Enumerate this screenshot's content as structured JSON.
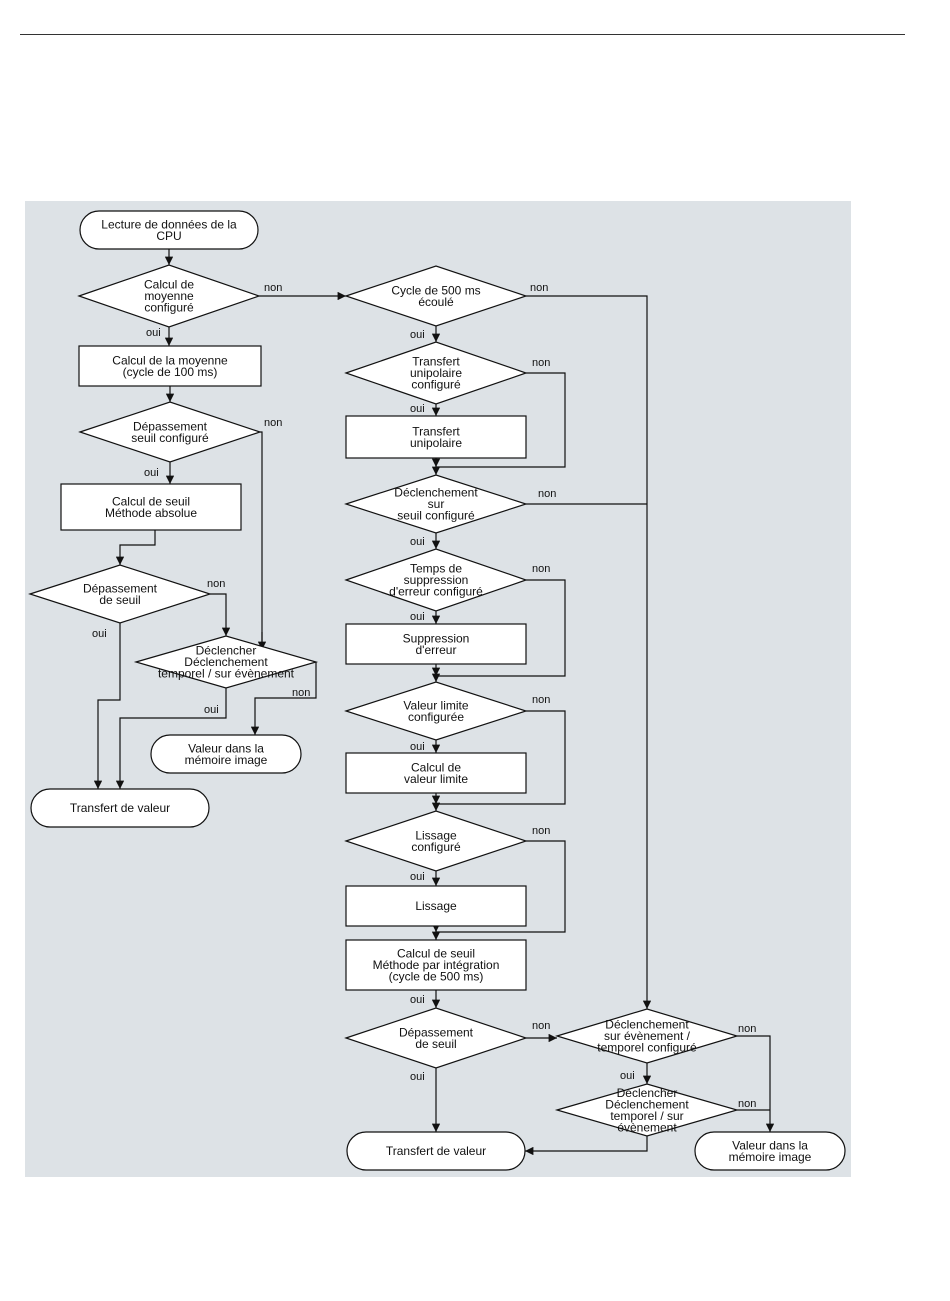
{
  "colors": {
    "panel_bg": "#dde2e6",
    "shape_fill": "#ffffff",
    "stroke": "#111111"
  },
  "nodes": [
    {
      "id": "start",
      "type": "terminal",
      "lines": [
        "Lecture de données de la",
        "CPU"
      ]
    },
    {
      "id": "d_moy",
      "type": "decision",
      "lines": [
        "Calcul de",
        "moyenne",
        "configuré"
      ]
    },
    {
      "id": "p_moy",
      "type": "process",
      "lines": [
        "Calcul de la moyenne",
        "(cycle de 100 ms)"
      ]
    },
    {
      "id": "d_depcfg",
      "type": "decision",
      "lines": [
        "Dépassement",
        "seuil configuré"
      ]
    },
    {
      "id": "p_seuil_abs",
      "type": "process",
      "lines": [
        "Calcul de seuil",
        "Méthode absolue"
      ]
    },
    {
      "id": "d_dep_l",
      "type": "decision",
      "lines": [
        "Dépassement",
        "de seuil"
      ]
    },
    {
      "id": "d_decl_l",
      "type": "decision",
      "lines": [
        "Déclencher",
        "Déclenchement",
        "temporel / sur évènement"
      ]
    },
    {
      "id": "t_val_l",
      "type": "terminal",
      "lines": [
        "Valeur dans la",
        "mémoire image"
      ]
    },
    {
      "id": "t_tr_l",
      "type": "terminal",
      "lines": [
        "Transfert de valeur"
      ]
    },
    {
      "id": "d_cycle",
      "type": "decision",
      "lines": [
        "Cycle de 500 ms",
        "écoulé"
      ]
    },
    {
      "id": "d_unip",
      "type": "decision",
      "lines": [
        "Transfert",
        "unipolaire",
        "configuré"
      ]
    },
    {
      "id": "p_unip",
      "type": "process",
      "lines": [
        "Transfert",
        "unipolaire"
      ]
    },
    {
      "id": "d_declseuil",
      "type": "decision",
      "lines": [
        "Déclenchement",
        "sur",
        "seuil configuré"
      ]
    },
    {
      "id": "d_tempsup",
      "type": "decision",
      "lines": [
        "Temps de",
        "suppression",
        "d'erreur configuré"
      ]
    },
    {
      "id": "p_sup",
      "type": "process",
      "lines": [
        "Suppression",
        "d'erreur"
      ]
    },
    {
      "id": "d_vallim",
      "type": "decision",
      "lines": [
        "Valeur limite",
        "configurée"
      ]
    },
    {
      "id": "p_vallim",
      "type": "process",
      "lines": [
        "Calcul de",
        "valeur limite"
      ]
    },
    {
      "id": "d_liss",
      "type": "decision",
      "lines": [
        "Lissage",
        "configuré"
      ]
    },
    {
      "id": "p_liss",
      "type": "process",
      "lines": [
        "Lissage"
      ]
    },
    {
      "id": "p_seuil_int",
      "type": "process",
      "lines": [
        "Calcul de seuil",
        "Méthode par intégration",
        "(cycle de 500 ms)"
      ]
    },
    {
      "id": "d_dep_r",
      "type": "decision",
      "lines": [
        "Dépassement",
        "de seuil"
      ]
    },
    {
      "id": "t_tr_r",
      "type": "terminal",
      "lines": [
        "Transfert de valeur"
      ]
    },
    {
      "id": "d_declevt",
      "type": "decision",
      "lines": [
        "Déclenchement",
        "sur évènement /",
        "temporel configuré"
      ]
    },
    {
      "id": "d_decl_r",
      "type": "decision",
      "lines": [
        "Déclencher",
        "Déclenchement",
        "temporel / sur",
        "évènement"
      ]
    },
    {
      "id": "t_val_r",
      "type": "terminal",
      "lines": [
        "Valeur dans la",
        "mémoire image"
      ]
    }
  ],
  "edge_labels": [
    {
      "id": "l_moy_oui",
      "text": "oui"
    },
    {
      "id": "l_moy_non",
      "text": "non"
    },
    {
      "id": "l_depcfg_non",
      "text": "non"
    },
    {
      "id": "l_depcfg_oui",
      "text": "oui"
    },
    {
      "id": "l_depl_non",
      "text": "non"
    },
    {
      "id": "l_depl_oui",
      "text": "oui"
    },
    {
      "id": "l_decll_oui",
      "text": "oui"
    },
    {
      "id": "l_decll_non",
      "text": "non"
    },
    {
      "id": "l_cycle_non",
      "text": "non"
    },
    {
      "id": "l_cycle_oui",
      "text": "oui"
    },
    {
      "id": "l_unip_non",
      "text": "non"
    },
    {
      "id": "l_unip_oui",
      "text": "oui"
    },
    {
      "id": "l_declseuil_non",
      "text": "non"
    },
    {
      "id": "l_declseuil_oui",
      "text": "oui"
    },
    {
      "id": "l_tempsup_non",
      "text": "non"
    },
    {
      "id": "l_tempsup_oui",
      "text": "oui"
    },
    {
      "id": "l_vallim_non",
      "text": "non"
    },
    {
      "id": "l_vallim_oui",
      "text": "oui"
    },
    {
      "id": "l_liss_non",
      "text": "non"
    },
    {
      "id": "l_liss_oui",
      "text": "oui"
    },
    {
      "id": "l_seuilint_oui",
      "text": "oui"
    },
    {
      "id": "l_depr_non",
      "text": "non"
    },
    {
      "id": "l_depr_oui",
      "text": "oui"
    },
    {
      "id": "l_declevt_non",
      "text": "non"
    },
    {
      "id": "l_declevt_oui",
      "text": "oui"
    },
    {
      "id": "l_declr_non",
      "text": "non"
    }
  ]
}
